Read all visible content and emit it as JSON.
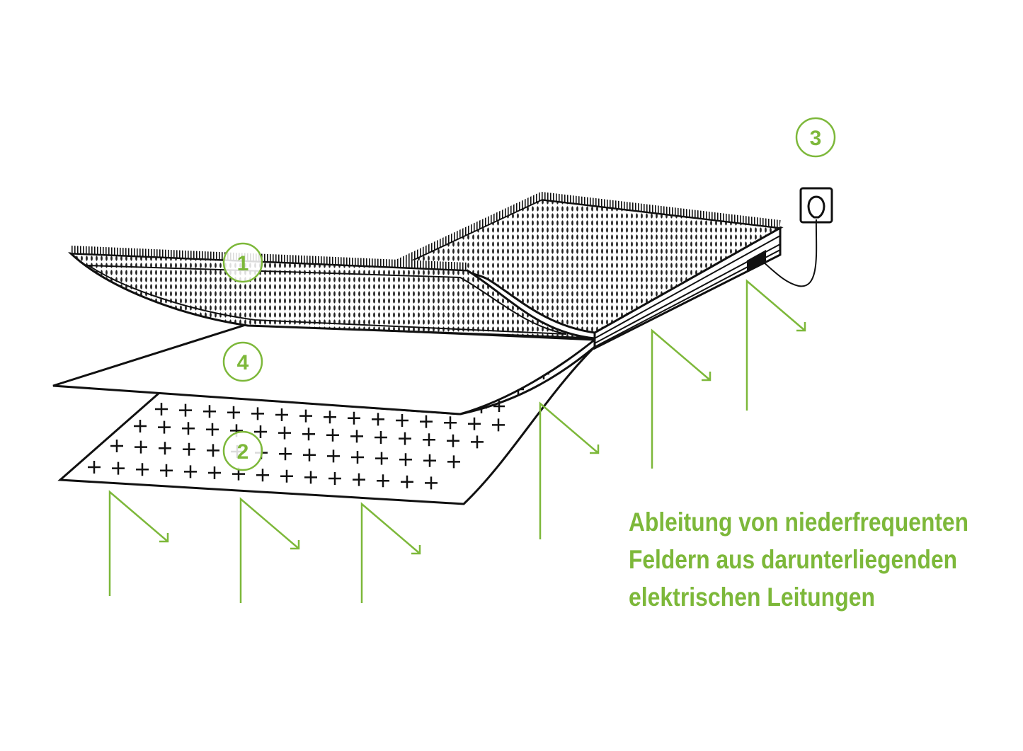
{
  "colors": {
    "accent": "#7db83a",
    "line": "#111111",
    "background": "#ffffff"
  },
  "markers": [
    {
      "number": "1",
      "layer": "top-mat"
    },
    {
      "number": "2",
      "layer": "conductive-grid"
    },
    {
      "number": "3",
      "layer": "power-socket"
    },
    {
      "number": "4",
      "layer": "intermediate-sheet"
    }
  ],
  "caption": {
    "lines": [
      "Ableitung von niederfrequenten",
      "Feldern aus darunterliegenden",
      "elektrischen Leitungen"
    ]
  },
  "icons": {
    "socket": "power-socket-icon",
    "arrows": "field-arrow-icon"
  }
}
